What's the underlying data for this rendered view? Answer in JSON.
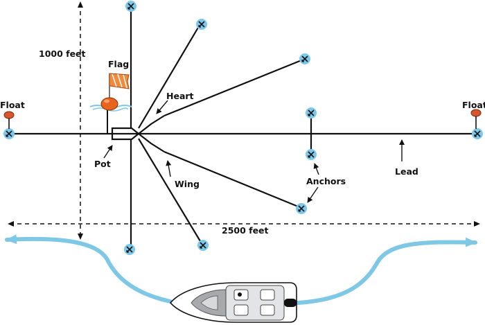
{
  "labels": {
    "flag": "Flag",
    "heart": "Heart",
    "float_left": "Float",
    "float_right": "Float",
    "pot": "Pot",
    "wing": "Wing",
    "anchors": "Anchors",
    "lead": "Lead",
    "dim_vertical": "1000 feet",
    "dim_horizontal": "2500 feet"
  },
  "colors": {
    "line": "#111111",
    "anchor_fill": "#7cc8ea",
    "water": "#7ec8e6",
    "float": "#d9552b",
    "flag": "#f08a3c",
    "buoy": "#e8631c",
    "boat_gray": "#a7a9ac"
  }
}
